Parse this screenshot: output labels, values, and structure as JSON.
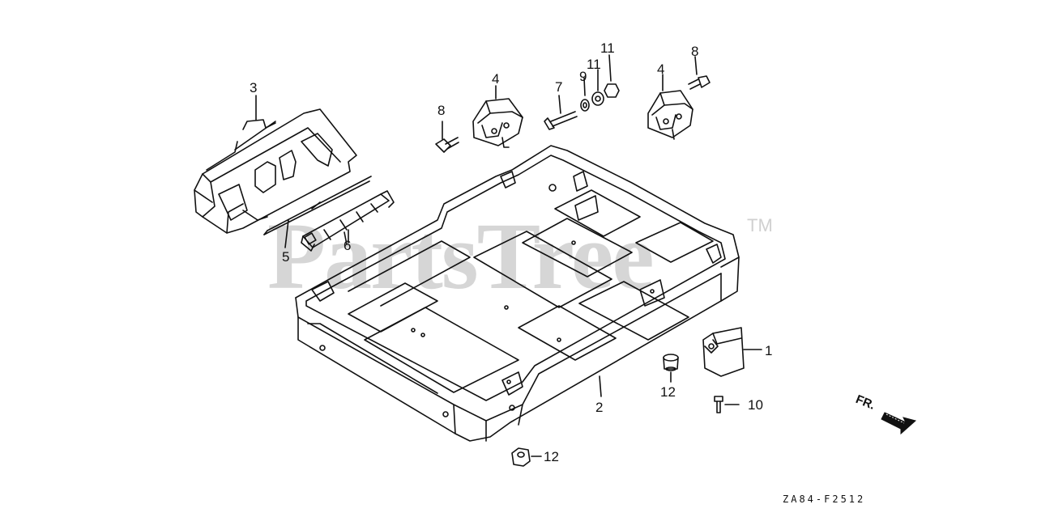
{
  "watermark": {
    "text": "PartsTree",
    "trademark": "TM"
  },
  "diagram_code": "ZA84-F2512",
  "direction_label": "FR.",
  "callouts": [
    {
      "id": "c1",
      "label": "1"
    },
    {
      "id": "c2",
      "label": "2"
    },
    {
      "id": "c3",
      "label": "3"
    },
    {
      "id": "c4a",
      "label": "4"
    },
    {
      "id": "c4b",
      "label": "4"
    },
    {
      "id": "c5",
      "label": "5"
    },
    {
      "id": "c6",
      "label": "6"
    },
    {
      "id": "c7",
      "label": "7"
    },
    {
      "id": "c8a",
      "label": "8"
    },
    {
      "id": "c8b",
      "label": "8"
    },
    {
      "id": "c9",
      "label": "9"
    },
    {
      "id": "c10",
      "label": "10"
    },
    {
      "id": "c11a",
      "label": "11"
    },
    {
      "id": "c11b",
      "label": "11"
    },
    {
      "id": "c12a",
      "label": "12"
    },
    {
      "id": "c12b",
      "label": "12"
    }
  ]
}
